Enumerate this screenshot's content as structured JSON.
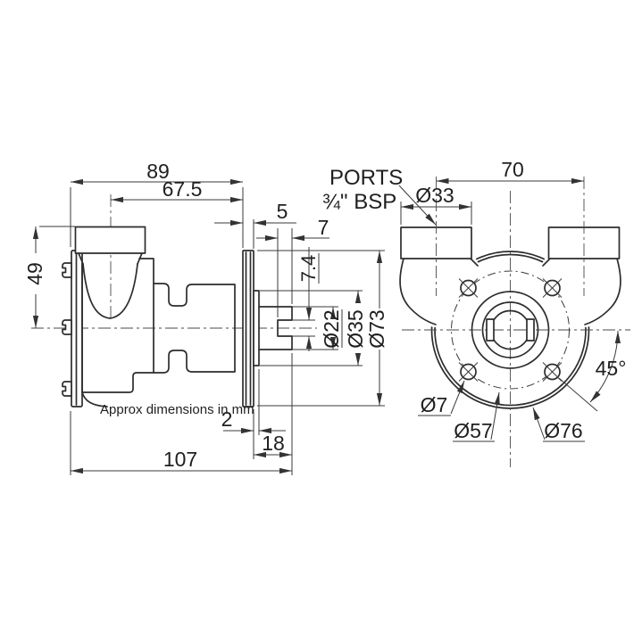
{
  "drawing": {
    "note": "Approx dimensions in mm",
    "side_view": {
      "dim_height_49": "49",
      "dim_89": "89",
      "dim_67_5": "67.5",
      "dim_5": "5",
      "dim_7": "7",
      "dim_7_4": "7.4",
      "dia_shaft": "Ø22",
      "dia_boss": "Ø35",
      "dia_flange": "Ø73",
      "dim_2": "2",
      "dim_18": "18",
      "dim_107": "107"
    },
    "front_view": {
      "ports_line1": "PORTS",
      "ports_line2": "¾\" BSP",
      "dim_70": "70",
      "dia_33": "Ø33",
      "dia_7": "Ø7",
      "dia_57": "Ø57",
      "dia_76": "Ø76",
      "angle_45": "45°"
    }
  }
}
